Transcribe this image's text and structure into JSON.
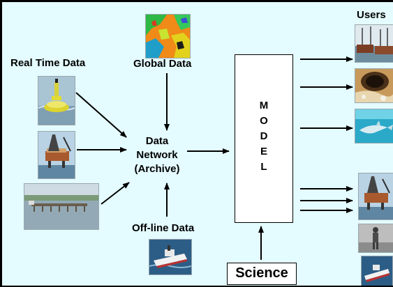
{
  "labels": {
    "real_time_data": "Real Time Data",
    "global_data": "Global Data",
    "data_network_line1": "Data",
    "data_network_line2": "Network",
    "data_network_line3": "(Archive)",
    "offline_data": "Off-line Data",
    "users": "Users",
    "science": "Science"
  },
  "model_letters": [
    "M",
    "O",
    "D",
    "E",
    "L"
  ],
  "images": {
    "global_map": "global-data-satellite-map",
    "buoy": "data-buoy-photo",
    "oil_platform": "oil-platform-photo",
    "pier": "pier-photo",
    "research_ship": "research-ship-photo",
    "user_fishing_boats": "fishing-boats-photo",
    "user_pipe": "pipe-outfall-photo",
    "user_dolphin": "dolphin-photo",
    "user_oil_platform": "oil-platform-photo",
    "user_person": "person-on-beach-photo",
    "user_ship": "ship-photo"
  },
  "colors": {
    "background": "#e4fbff",
    "stroke": "#000000"
  }
}
